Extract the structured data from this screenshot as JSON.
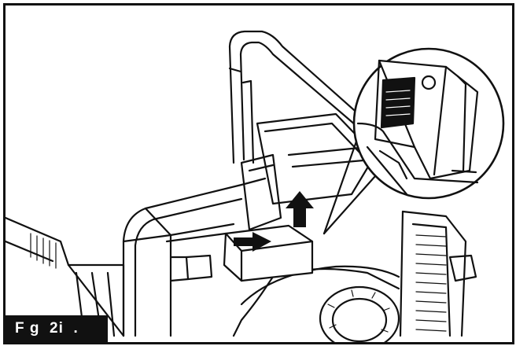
{
  "figure": {
    "label": "F g  2i  ."
  },
  "icons": {
    "main": "printer-cartridge-illustration",
    "inset": "magnified-cartridge-slot-inset",
    "arrows": [
      "up-arrow-icon",
      "insert-arrow-icon"
    ]
  }
}
